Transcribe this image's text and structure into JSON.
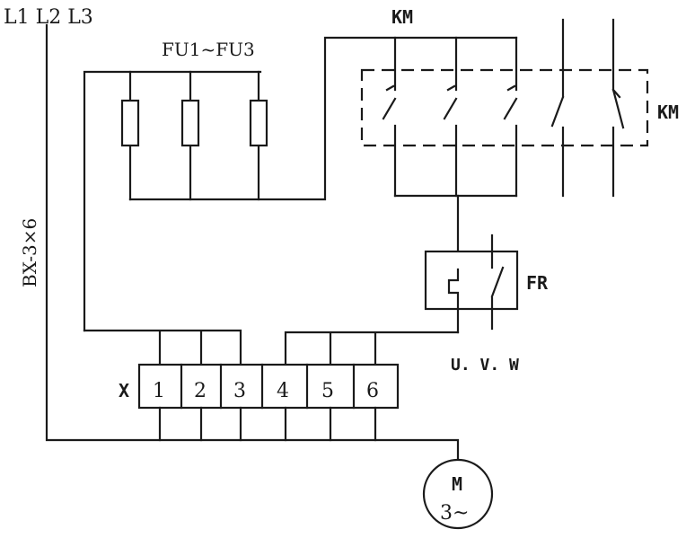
{
  "labels": {
    "supply": "L1 L2 L3",
    "cable": "BX-3×6",
    "fuses": "FU1~FU3",
    "contactor_top": "KM",
    "contactor_side": "KM",
    "relay": "FR",
    "outputs": "U. V. W",
    "terminal_block": "X",
    "motor_line1": "M",
    "motor_line2": "3~"
  },
  "terminals": [
    "1",
    "2",
    "3",
    "4",
    "5",
    "6"
  ]
}
